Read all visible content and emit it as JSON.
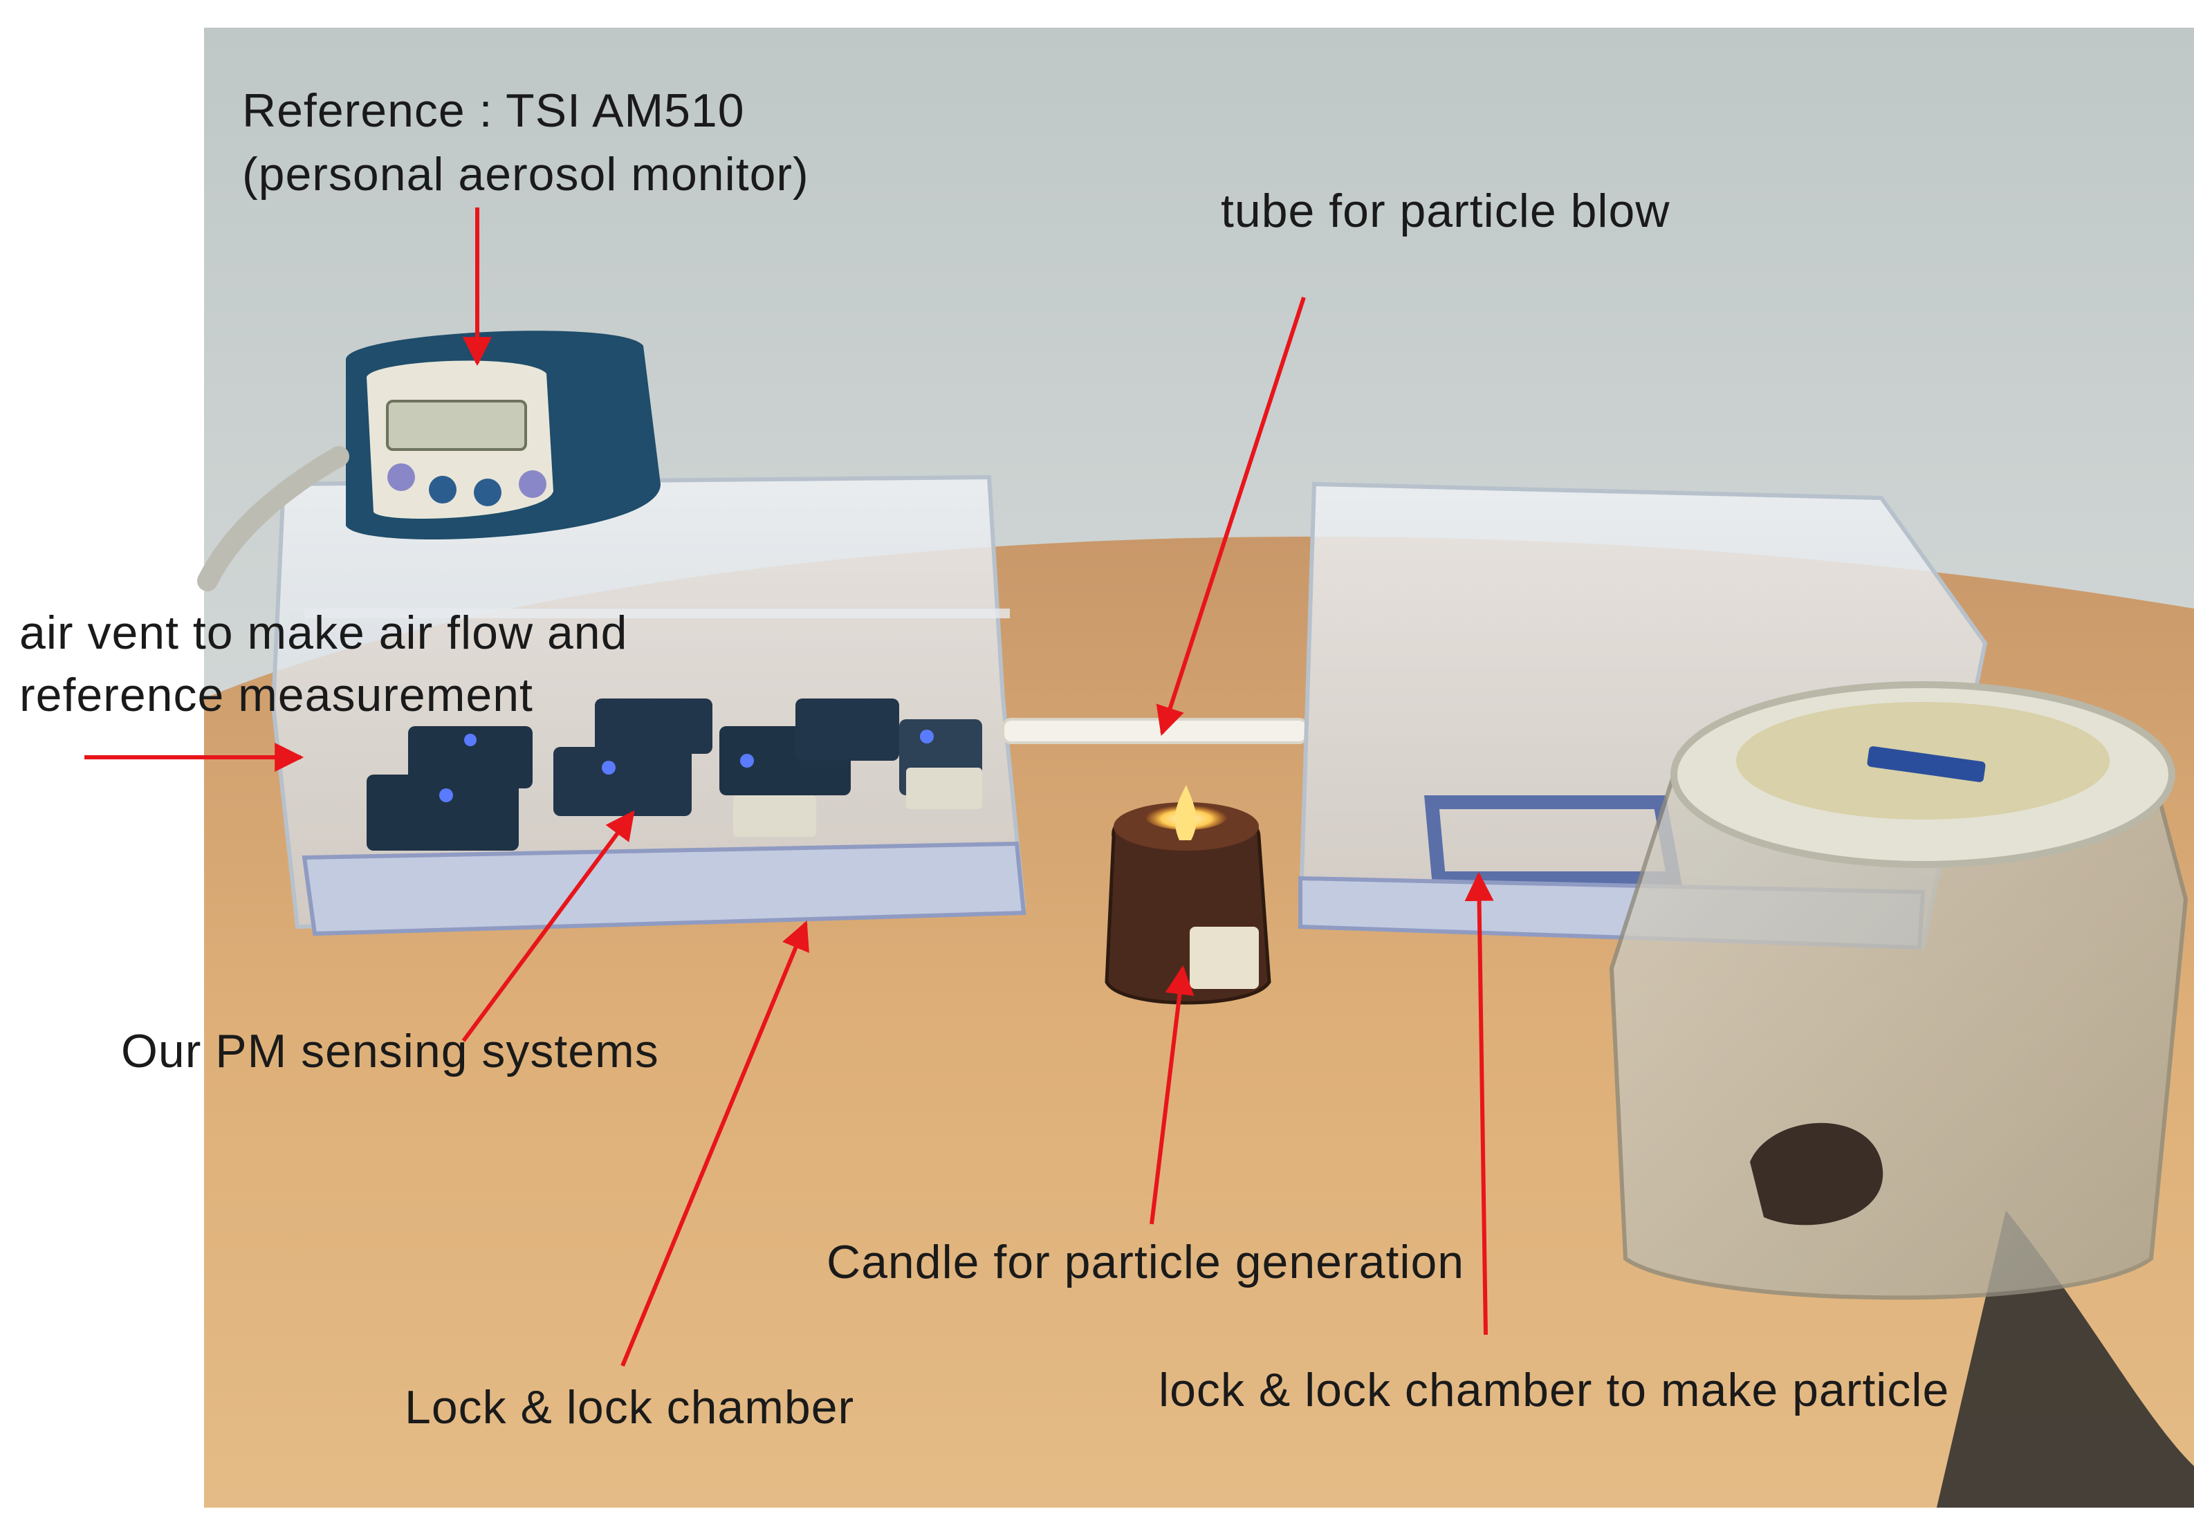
{
  "labels": {
    "reference_line1": "Reference : TSI AM510",
    "reference_line2": "(personal aerosol monitor)",
    "tube": "tube for particle blow",
    "air_vent_line1": "air vent to make air flow and",
    "air_vent_line2": "reference measurement",
    "pm_sensing": "Our PM sensing systems",
    "candle": "Candle for particle generation",
    "lock_chamber": "Lock & lock chamber",
    "particle_chamber": "lock & lock chamber to make particle"
  },
  "colors": {
    "arrow": "#e8151b",
    "wall": "#c9cfcf",
    "table": "#d9aa73",
    "plastic": "#dfe4ea",
    "monitor_body": "#1f4d6b",
    "monitor_face": "#e9e6d9",
    "candle_glass": "#4a2a1c",
    "jar_glass": "#b9b5a6"
  }
}
